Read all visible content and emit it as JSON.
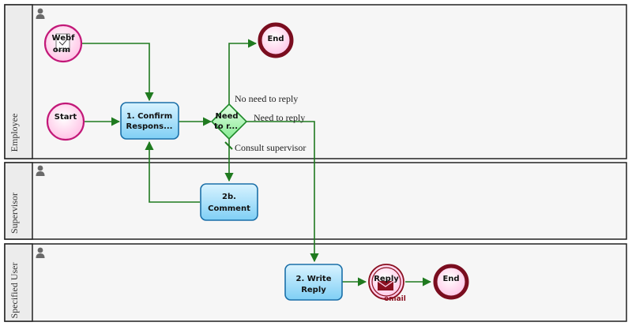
{
  "colors": {
    "lane_bg": "#f6f6f6",
    "lane_border": "#222222",
    "edge": "#1f7a1f",
    "event_fill": "#ffd6ee",
    "event_stroke": "#c21878",
    "end_stroke": "#7a0d1f",
    "task_fill": "#9fe0ff",
    "task_stroke": "#1a6fa8",
    "gateway_fill": "#a8f5b0",
    "gateway_stroke": "#1f8a2a"
  },
  "lanes": [
    {
      "label": "Employee",
      "icon": "person-icon"
    },
    {
      "label": "Supervisor",
      "icon": "person-icon"
    },
    {
      "label": "Specified User",
      "icon": "person-icon"
    }
  ],
  "nodes": {
    "webform": {
      "label": [
        "Webf",
        "orm"
      ],
      "icon": "form-icon"
    },
    "start": {
      "label": "Start"
    },
    "end1": {
      "label": "End"
    },
    "confirm": {
      "label": [
        "1. Confirm",
        "Respons..."
      ]
    },
    "gateway": {
      "label": [
        "Need",
        "to r..."
      ]
    },
    "comment": {
      "label": [
        "2b.",
        "Comment"
      ]
    },
    "write_reply": {
      "label": [
        "2. Write",
        "Reply"
      ]
    },
    "reply_email": {
      "label": "Reply",
      "sublabel": "email",
      "icon": "envelope-icon"
    },
    "end2": {
      "label": "End"
    }
  },
  "edge_labels": {
    "no_need": "No need to reply",
    "need": "Need to reply",
    "consult": "Consult supervisor"
  }
}
